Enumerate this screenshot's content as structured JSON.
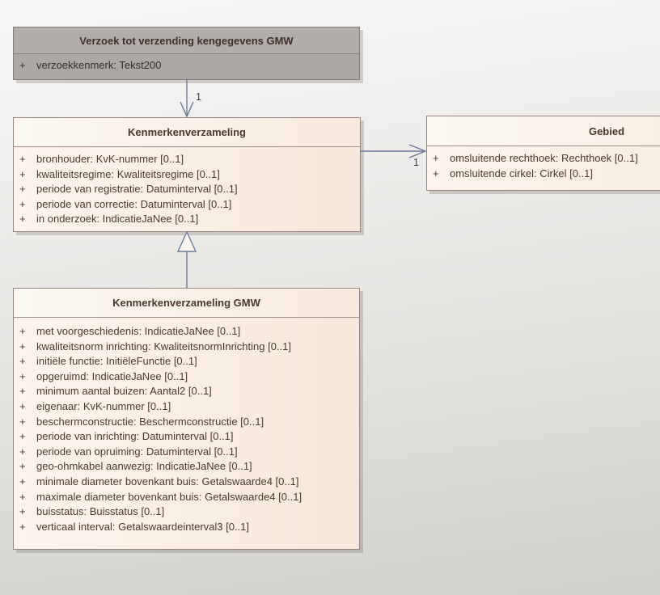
{
  "plus": "+",
  "classes": {
    "verzoek": {
      "title": "Verzoek tot verzending kengegevens GMW",
      "attributes": [
        "verzoekkenmerk: Tekst200"
      ]
    },
    "kenmerkenverzameling": {
      "title": "Kenmerkenverzameling",
      "attributes": [
        "bronhouder: KvK-nummer [0..1]",
        "kwaliteitsregime: Kwaliteitsregime [0..1]",
        "periode van registratie: Datuminterval [0..1]",
        "periode van correctie: Datuminterval [0..1]",
        "in onderzoek: IndicatieJaNee [0..1]"
      ]
    },
    "gebied": {
      "title": "Gebied",
      "attributes": [
        "omsluitende rechthoek: Rechthoek [0..1]",
        "omsluitende cirkel: Cirkel [0..1]"
      ]
    },
    "kenmerkenverzameling_gmw": {
      "title": "Kenmerkenverzameling GMW",
      "attributes": [
        "met voorgeschiedenis: IndicatieJaNee [0..1]",
        "kwaliteitsnorm inrichting: KwaliteitsnormInrichting [0..1]",
        "initiële functie: InitiëleFunctie [0..1]",
        "opgeruimd: IndicatieJaNee [0..1]",
        "minimum aantal buizen: Aantal2 [0..1]",
        "eigenaar: KvK-nummer [0..1]",
        "beschermconstructie: Beschermconstructie [0..1]",
        "periode van inrichting: Datuminterval [0..1]",
        "periode van opruiming: Datuminterval [0..1]",
        "geo-ohmkabel aanwezig: IndicatieJaNee [0..1]",
        "minimale diameter bovenkant buis: Getalswaarde4 [0..1]",
        "maximale diameter bovenkant buis: Getalswaarde4 [0..1]",
        "buisstatus: Buisstatus [0..1]",
        "verticaal interval: Getalswaardeinterval3 [0..1]"
      ]
    }
  },
  "connectors": {
    "verzoek_to_kenmerkenverzameling": {
      "type": "directed association",
      "multiplicity": "1"
    },
    "kenmerkenverzameling_to_gebied": {
      "type": "directed association",
      "multiplicity": "1"
    },
    "gmw_generalization": {
      "type": "generalization"
    }
  },
  "colors": {
    "connector": "#6b7b9a",
    "cream_fill": "#f9efe4",
    "cream_header": "#f9f1e8",
    "gray_fill": "#aca8a6",
    "gray_header": "#b0adaa",
    "border": "#98817e",
    "text": "#4c392c",
    "background_top": "#f8f7f5",
    "background_bottom": "#d2d0cc"
  }
}
